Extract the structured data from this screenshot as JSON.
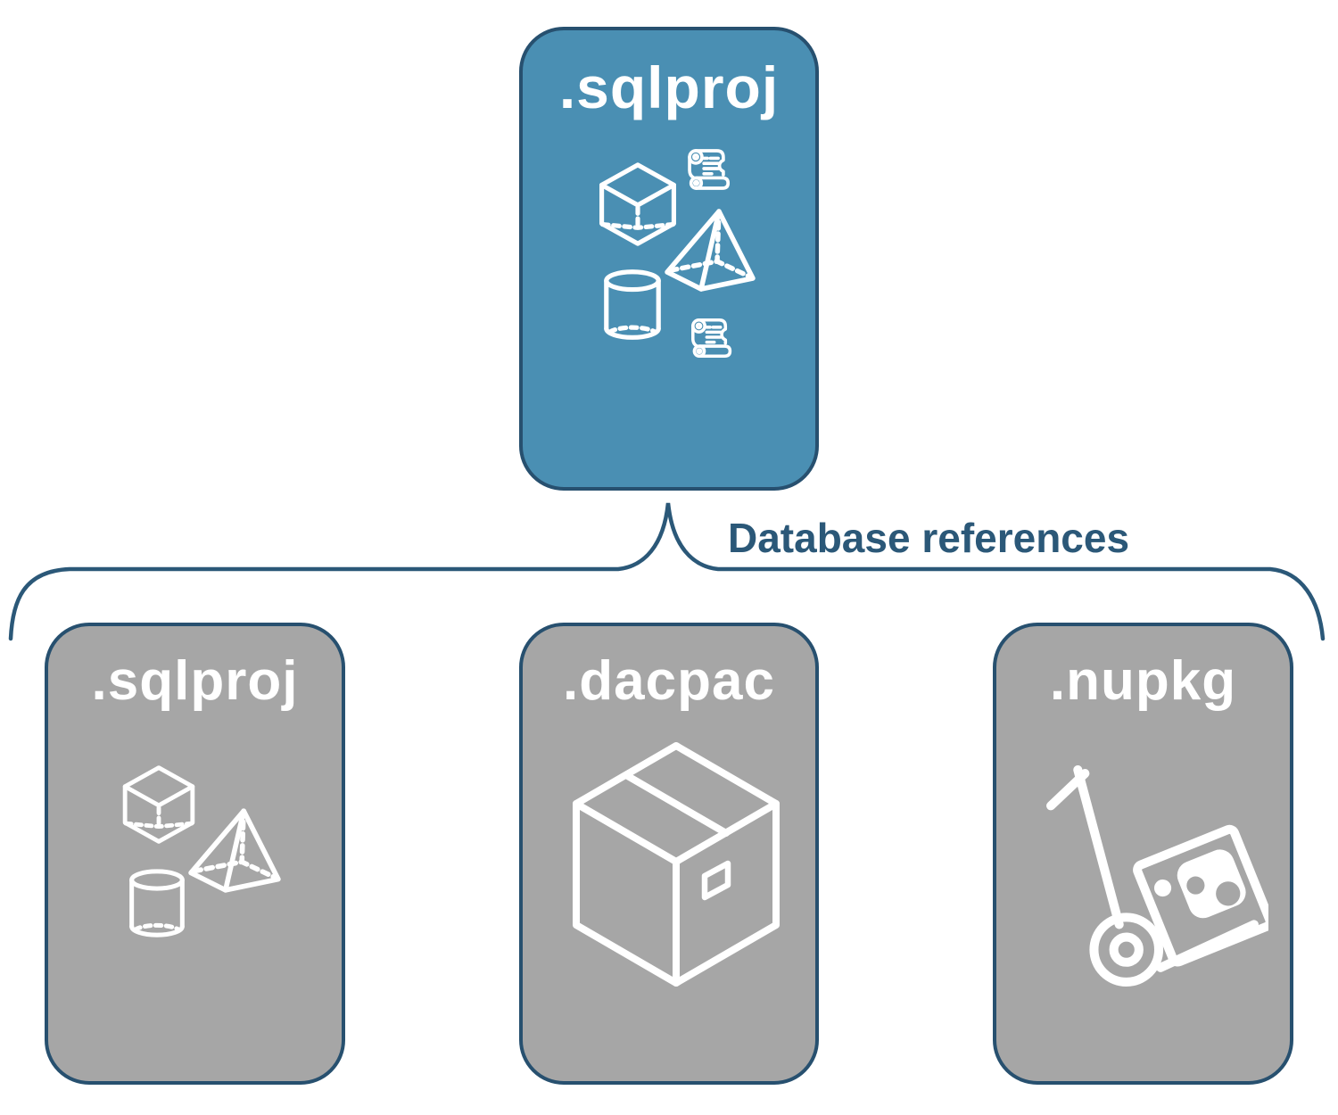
{
  "connector": {
    "label": "Database references"
  },
  "nodes": {
    "top": {
      "label": ".sqlproj",
      "icons": [
        "scroll-icon",
        "cube-icon",
        "pyramid-icon",
        "cylinder-icon",
        "scroll-icon"
      ]
    },
    "children": [
      {
        "label": ".sqlproj",
        "icons": [
          "cube-icon",
          "pyramid-icon",
          "cylinder-icon"
        ]
      },
      {
        "label": ".dacpac",
        "icons": [
          "package-box-icon"
        ]
      },
      {
        "label": ".nupkg",
        "icons": [
          "hand-truck-icon"
        ]
      }
    ]
  },
  "colors": {
    "accent_fill": "#4a8fb3",
    "muted_fill": "#a6a6a6",
    "outline": "#27506f",
    "connector": "#2b5878",
    "connector_text": "#2b5878",
    "label_text": "#ffffff",
    "background": "#ffffff"
  }
}
